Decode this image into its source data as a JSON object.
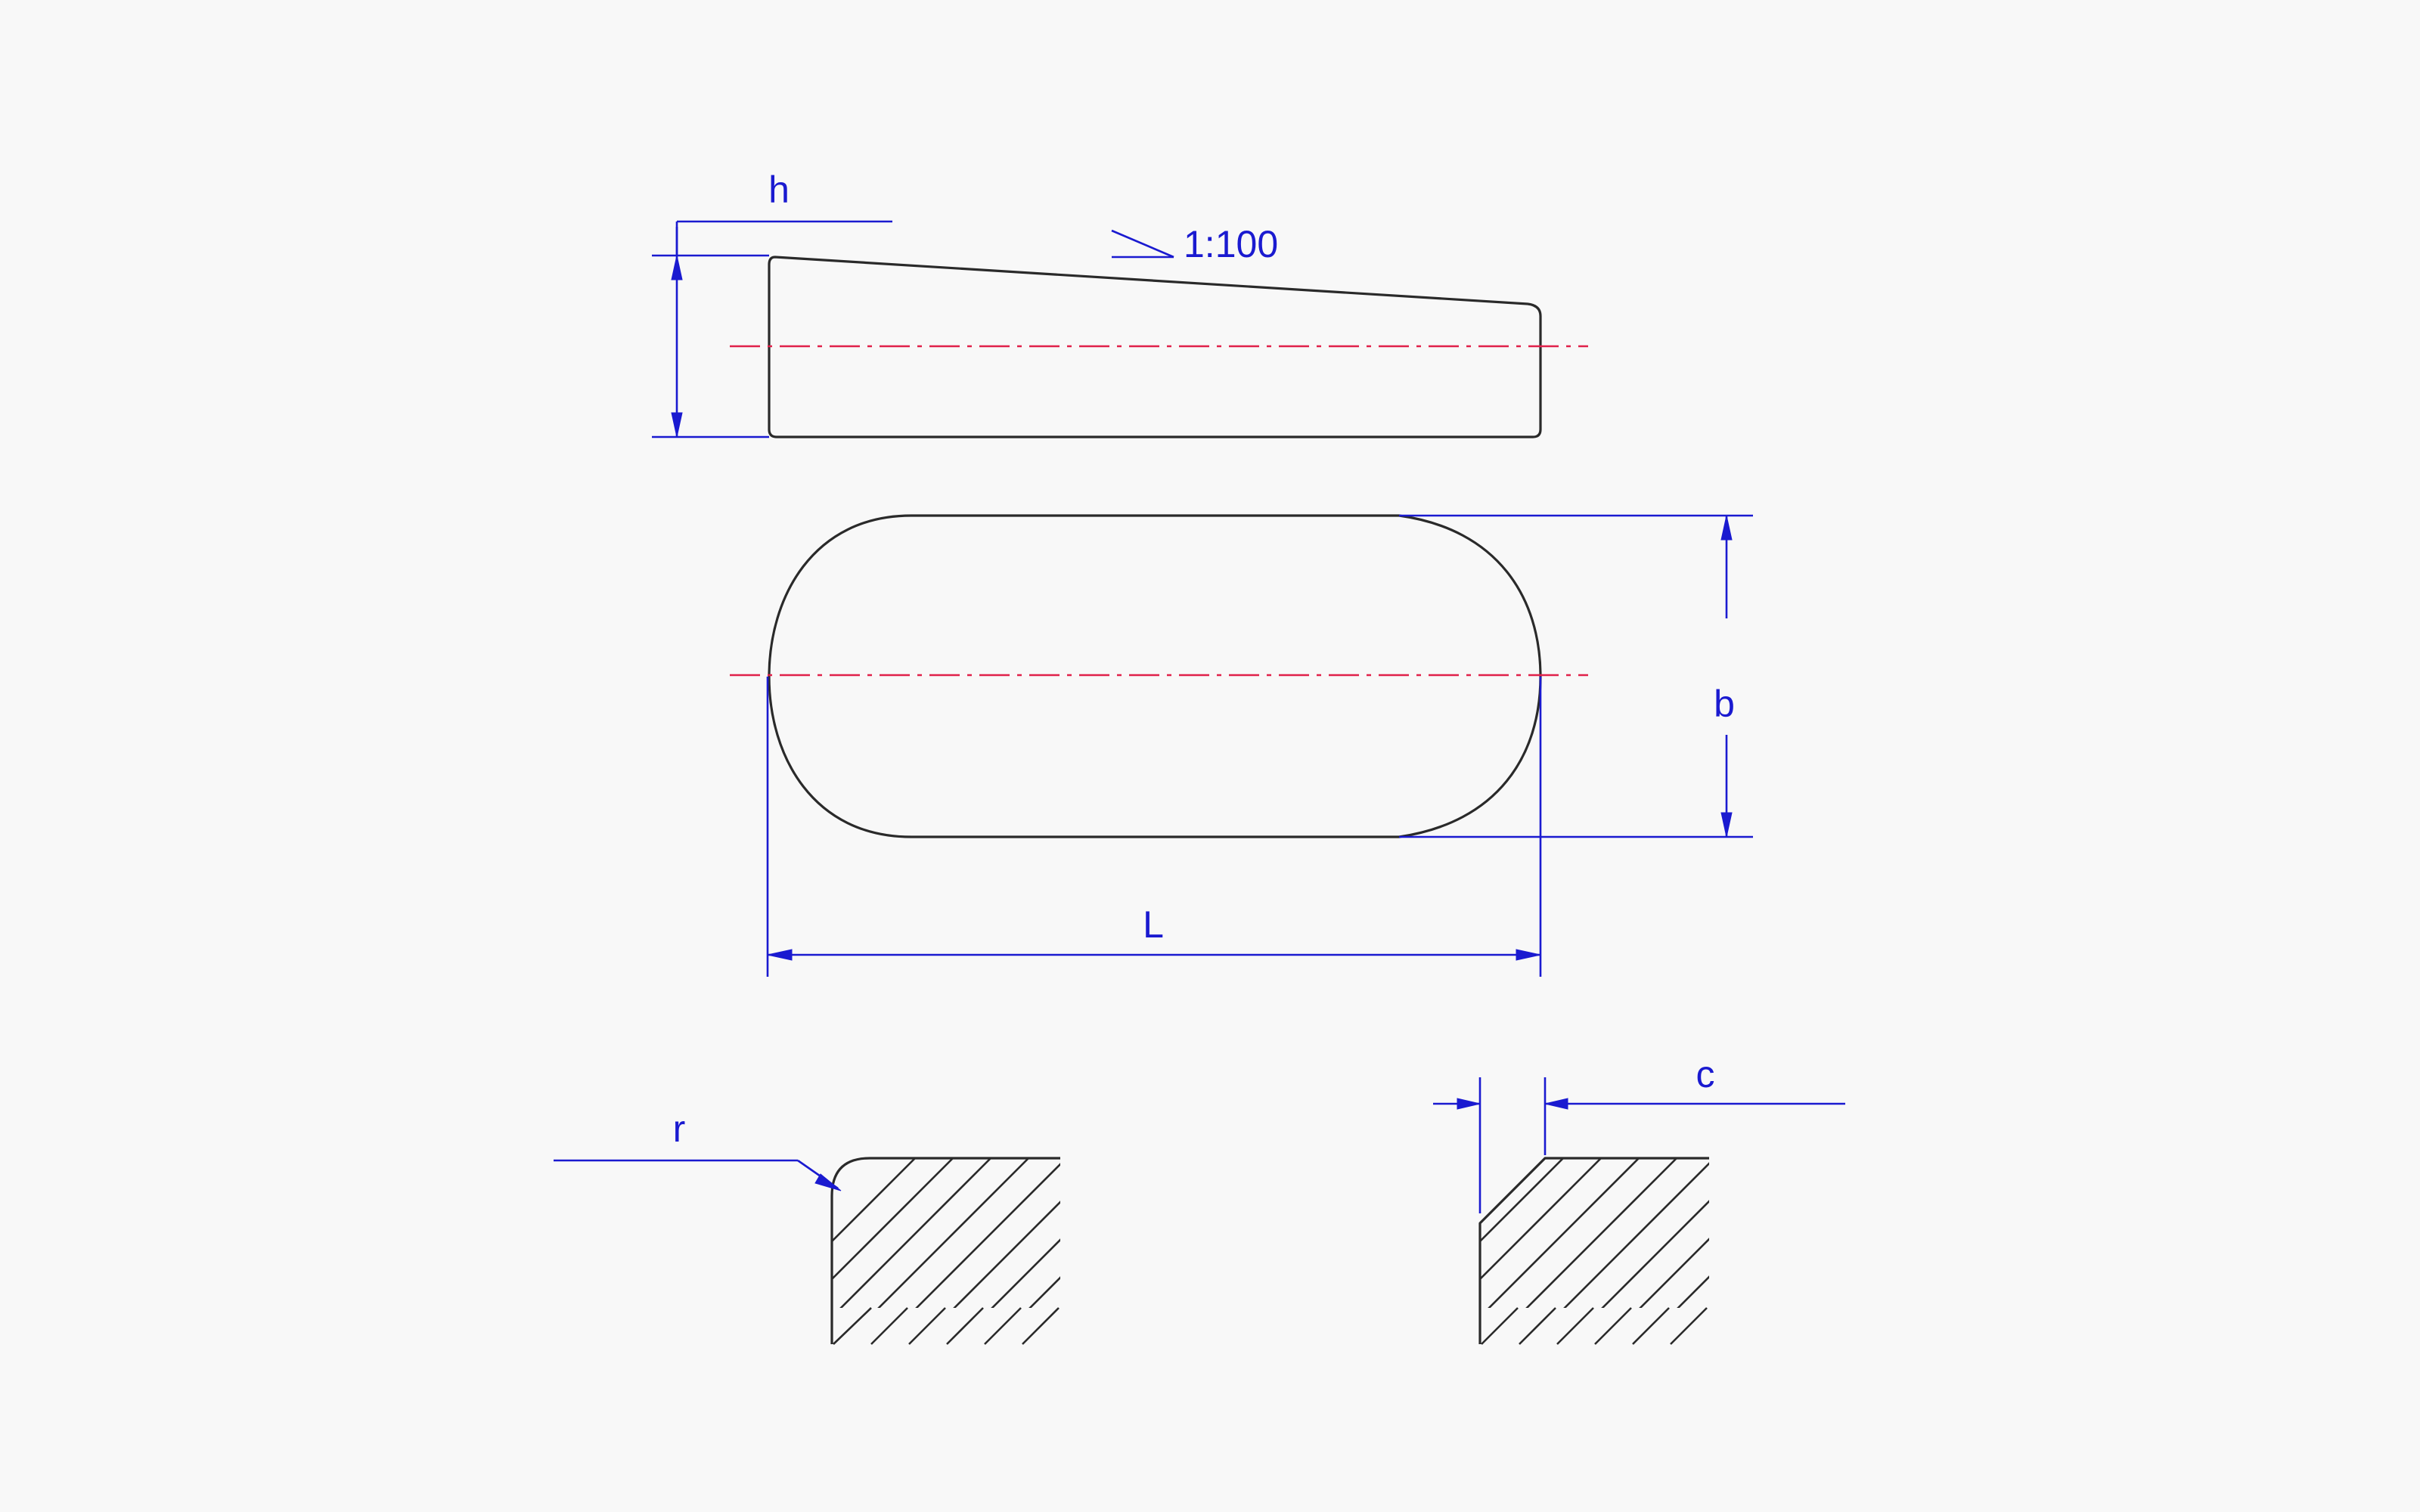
{
  "labels": {
    "h": "h",
    "taper": "1:100",
    "b": "b",
    "L": "L",
    "r": "r",
    "c": "c"
  },
  "colors": {
    "outline": "#2a2a2a",
    "dimension": "#1a1ad0",
    "centerline": "#e0204a",
    "background": "#f8f8f8"
  },
  "icons": {
    "taper": "taper-symbol-icon",
    "arrowhead": "dimension-arrowhead-icon"
  }
}
